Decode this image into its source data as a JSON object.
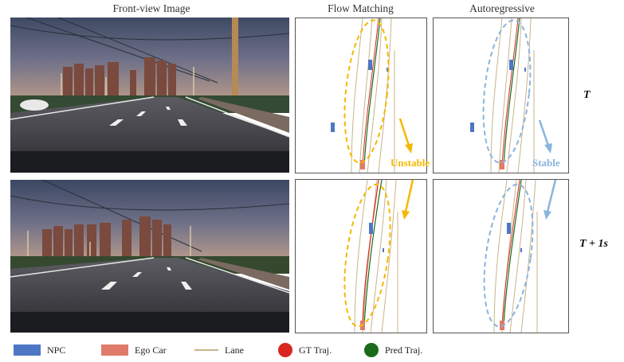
{
  "headers": {
    "front_view": "Front-view Image",
    "flow_matching": "Flow Matching",
    "autoregressive": "Autoregressive"
  },
  "rows": [
    {
      "label": "T"
    },
    {
      "label": "T + 1s"
    }
  ],
  "annotations": {
    "unstable": "Unstable",
    "stable": "Stable"
  },
  "colors": {
    "npc": "#4d77c4",
    "ego_car": "#e07b6a",
    "lane": "#c8b48a",
    "gt_traj": "#d9281f",
    "pred_traj": "#1a6b1a",
    "flow_highlight": "#f5b800",
    "ar_highlight": "#8ab4dd"
  },
  "legend": [
    {
      "key": "npc",
      "label": "NPC",
      "shape": "rect"
    },
    {
      "key": "ego_car",
      "label": "Ego Car",
      "shape": "rect"
    },
    {
      "key": "lane",
      "label": "Lane",
      "shape": "line"
    },
    {
      "key": "gt_traj",
      "label": "GT Traj.",
      "shape": "dot"
    },
    {
      "key": "pred_traj",
      "label": "Pred Traj.",
      "shape": "dot"
    }
  ]
}
